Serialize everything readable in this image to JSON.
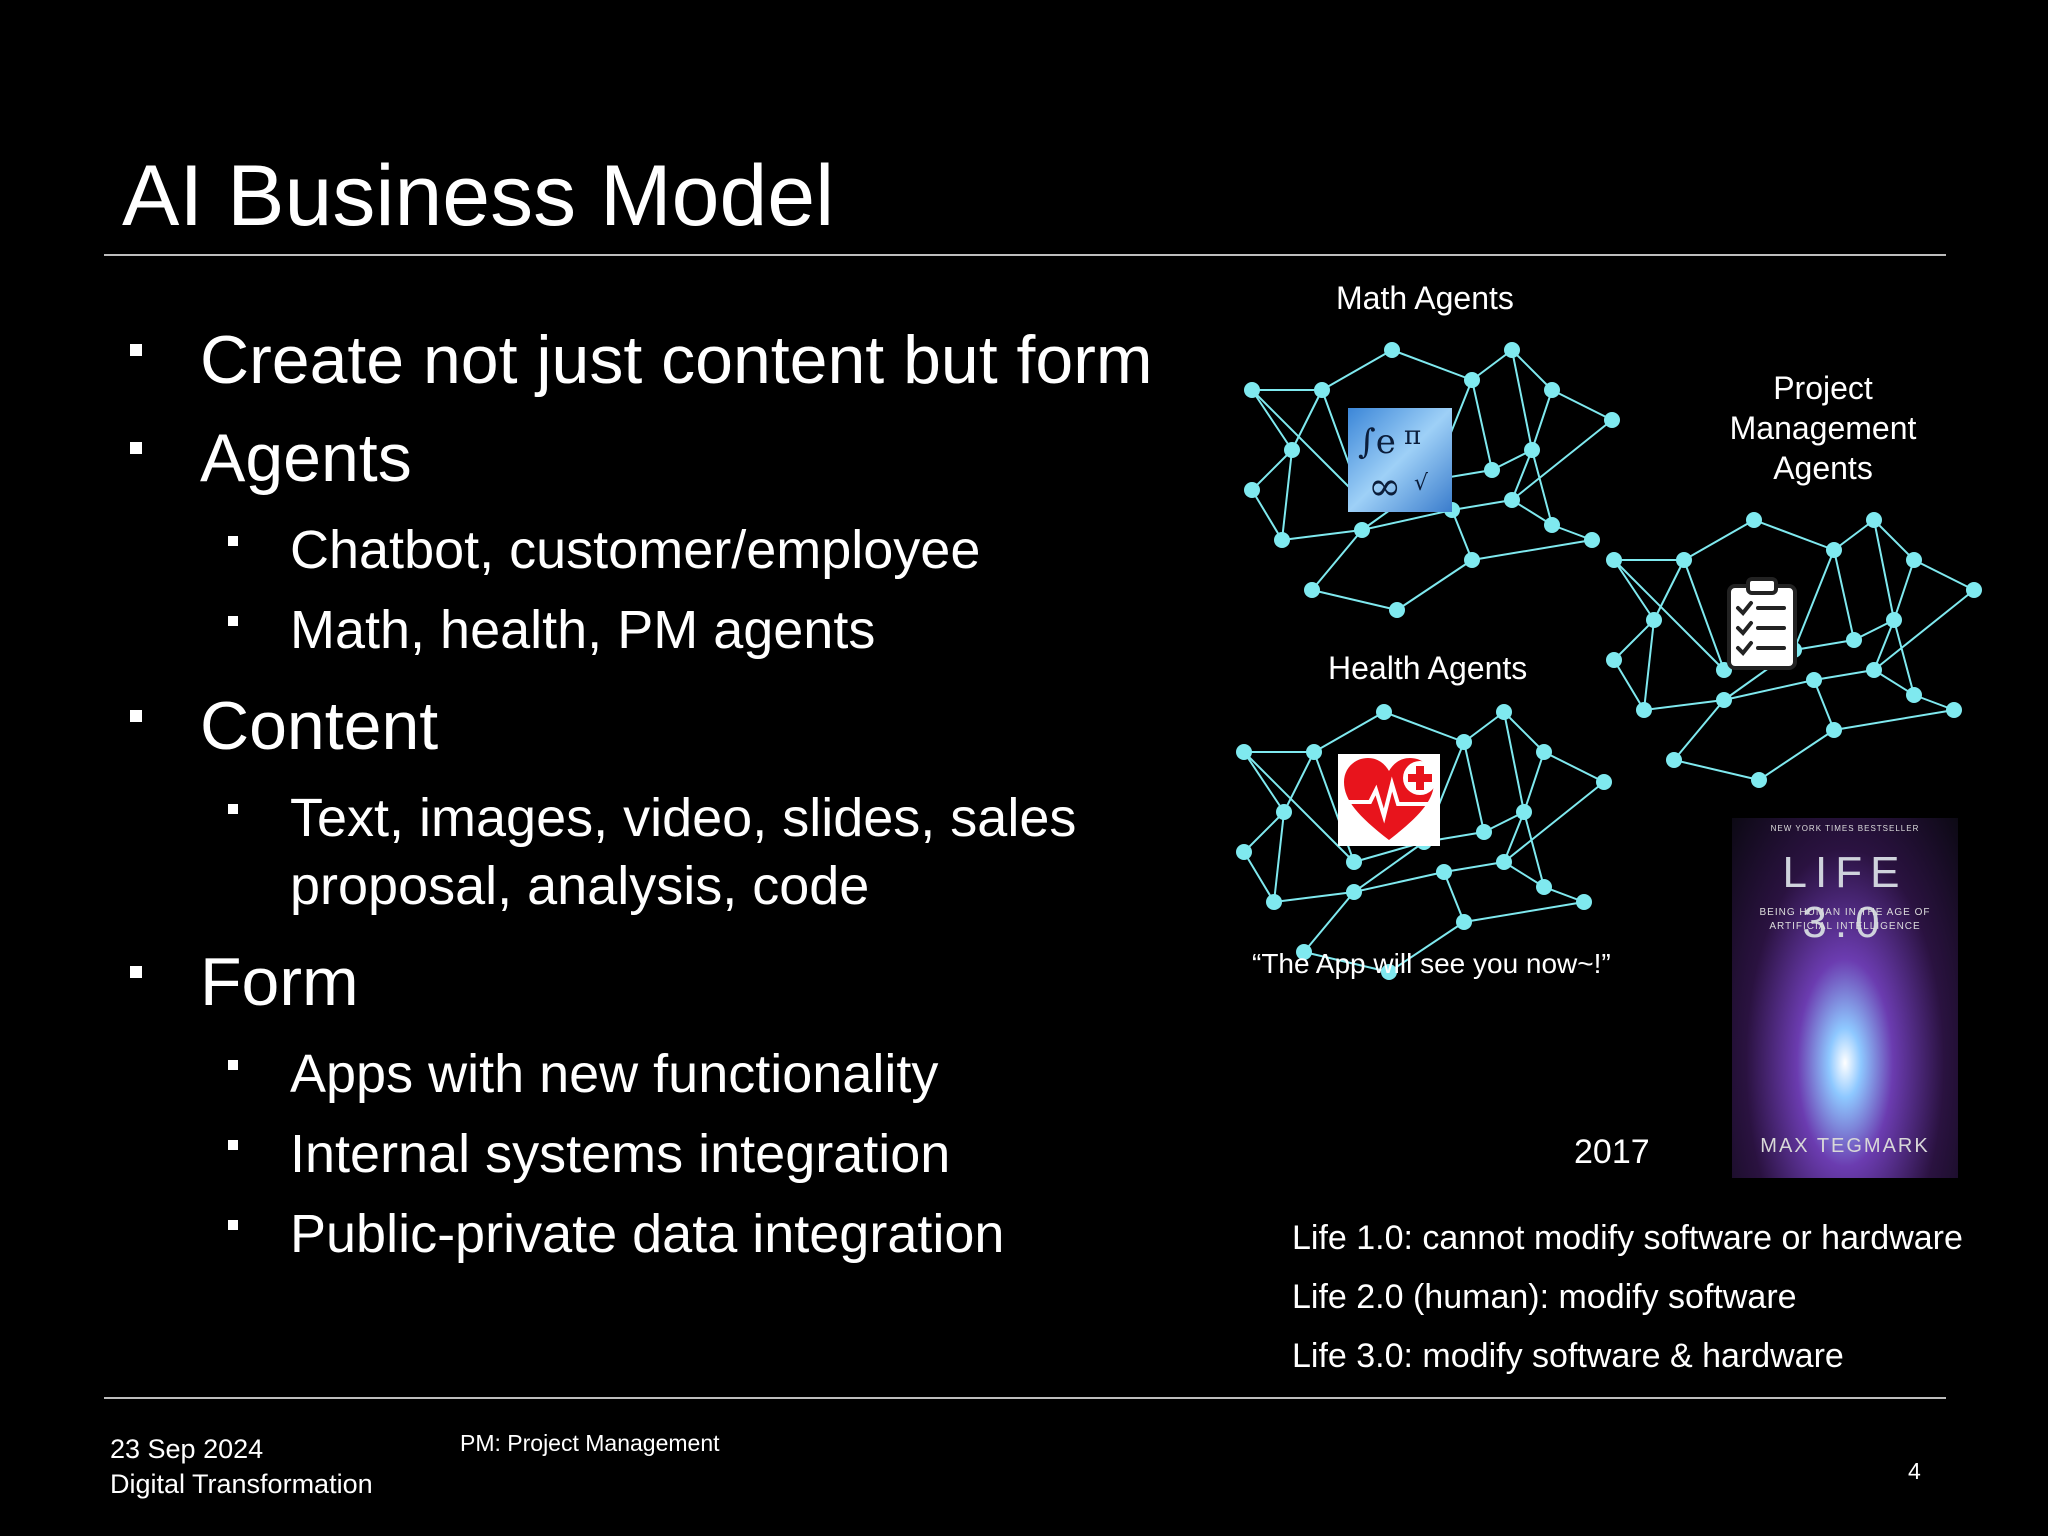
{
  "slide": {
    "title": "AI Business Model",
    "bullets": {
      "b1": "Create not just content but form",
      "b2": "Agents",
      "b2_1": "Chatbot, customer/employee",
      "b2_2": "Math, health, PM agents",
      "b3": "Content",
      "b3_1_line1": "Text, images, video, slides, sales",
      "b3_1_line2": "proposal, analysis, code",
      "b4": "Form",
      "b4_1": "Apps with new functionality",
      "b4_2": "Internal systems integration",
      "b4_3": "Public-private data integration"
    }
  },
  "diagram": {
    "math_label": "Math Agents",
    "pm_label_1": "Project",
    "pm_label_2": "Management",
    "pm_label_3": "Agents",
    "health_label": "Health Agents",
    "health_quote": "“The App will see you now~!”",
    "network_color": "#7fe9ef",
    "icons": [
      "math-formula-icon",
      "clipboard-checklist-icon",
      "heart-plus-icon"
    ]
  },
  "book": {
    "top_text": "NEW YORK TIMES BESTSELLER",
    "title": "LIFE 3.0",
    "subtitle": "BEING HUMAN IN THE AGE OF ARTIFICIAL INTELLIGENCE",
    "author": "MAX TEGMARK",
    "year": "2017"
  },
  "life_levels": {
    "l1": "Life 1.0: cannot modify software or hardware",
    "l2": "Life 2.0 (human): modify software",
    "l3": "Life 3.0: modify software & hardware"
  },
  "footer": {
    "date": "23 Sep 2024",
    "course": "Digital Transformation",
    "note": "PM: Project Management",
    "page": "4"
  }
}
